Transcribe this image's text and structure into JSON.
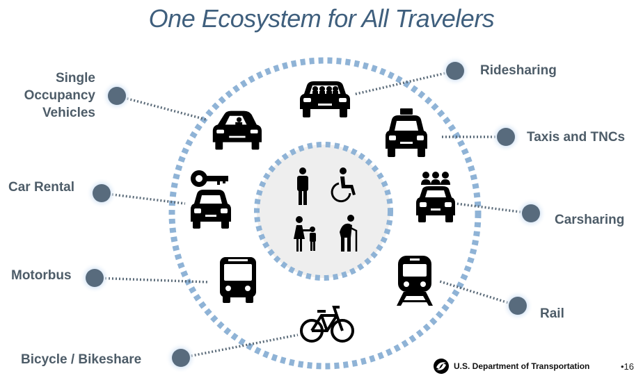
{
  "title": "One Ecosystem for All Travelers",
  "modes": {
    "single_occupancy": "Single\nOccupancy\nVehicles",
    "ridesharing": "Ridesharing",
    "taxis": "Taxis and TNCs",
    "car_rental": "Car Rental",
    "carsharing": "Carsharing",
    "motorbus": "Motorbus",
    "rail": "Rail",
    "bicycle": "Bicycle / Bikeshare"
  },
  "icons": {
    "single_occupancy": "car-driver-icon",
    "ridesharing": "car-with-passengers-icon",
    "taxis": "taxi-icon",
    "car_rental": "car-key-icon",
    "carsharing": "carsharing-icon",
    "motorbus": "bus-icon",
    "rail": "train-icon",
    "bicycle": "bicycle-icon",
    "travelers": [
      "adult-person-icon",
      "wheelchair-user-icon",
      "parent-with-child-icon",
      "older-adult-with-cane-icon"
    ]
  },
  "footer": {
    "org": "U.S. Department of Transportation",
    "page_number": "•16"
  },
  "colors": {
    "title": "#3f5f7d",
    "dash": "#8fb3d6",
    "node": "#586b7d",
    "node_glow": "#c5daf0",
    "label": "#4d5c68",
    "inner_fill": "#eeeeee"
  }
}
